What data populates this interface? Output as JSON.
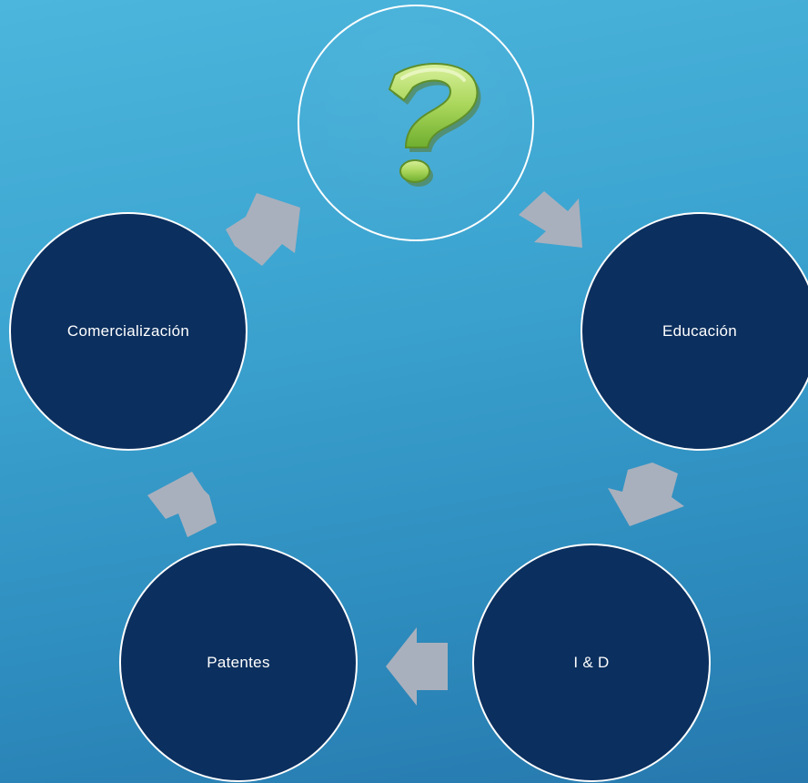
{
  "diagram": {
    "nodes": [
      {
        "id": "top",
        "label": "",
        "icon": "question-mark-icon"
      },
      {
        "id": "educacion",
        "label": "Educación"
      },
      {
        "id": "iyd",
        "label": "I & D"
      },
      {
        "id": "patentes",
        "label": "Patentes"
      },
      {
        "id": "comercializacion",
        "label": "Comercialización"
      }
    ],
    "colors": {
      "node_fill": "#0b2f5e",
      "node_border": "#ffffff",
      "arrow_fill": "#a9b0bd",
      "question_mark": "#a8d45a"
    }
  }
}
